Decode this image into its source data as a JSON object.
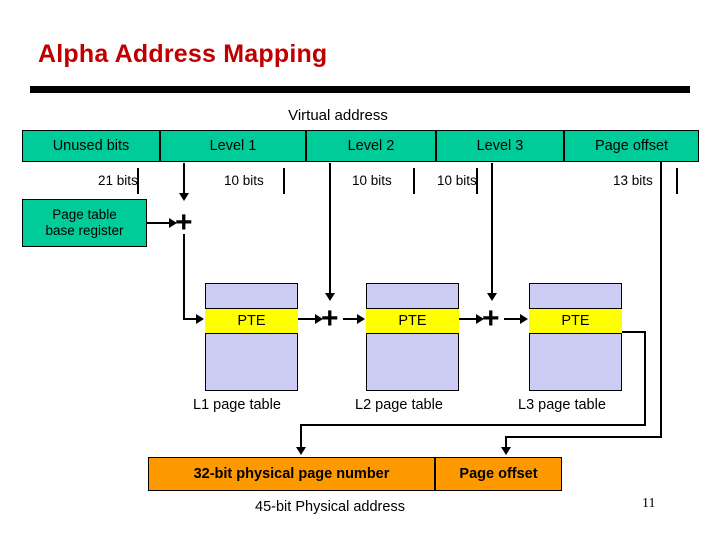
{
  "slide": {
    "title": "Alpha Address Mapping",
    "page_number": "11",
    "colors": {
      "title": "#C00000",
      "virtual_field": "#00CC99",
      "page_table": "#CCCCF5",
      "pte": "#FFFF00",
      "physical_field": "#FF9900",
      "rule": "#000000"
    }
  },
  "virtual_address": {
    "caption": "Virtual address",
    "fields": [
      {
        "label": "Unused bits",
        "bits": "21 bits"
      },
      {
        "label": "Level 1",
        "bits": "10 bits"
      },
      {
        "label": "Level 2",
        "bits": "10 bits"
      },
      {
        "label": "Level 3",
        "bits": "10 bits"
      },
      {
        "label": "Page offset",
        "bits": "13 bits"
      }
    ]
  },
  "base_register": {
    "line1": "Page table",
    "line2": "base register"
  },
  "adders": {
    "symbol": "+",
    "count": 3
  },
  "page_tables": [
    {
      "entry": "PTE",
      "caption": "L1 page table"
    },
    {
      "entry": "PTE",
      "caption": "L2 page table"
    },
    {
      "entry": "PTE",
      "caption": "L3 page table"
    }
  ],
  "physical_address": {
    "fields": [
      {
        "label": "32-bit physical page number"
      },
      {
        "label": "Page offset"
      }
    ],
    "caption": "45-bit Physical address"
  }
}
